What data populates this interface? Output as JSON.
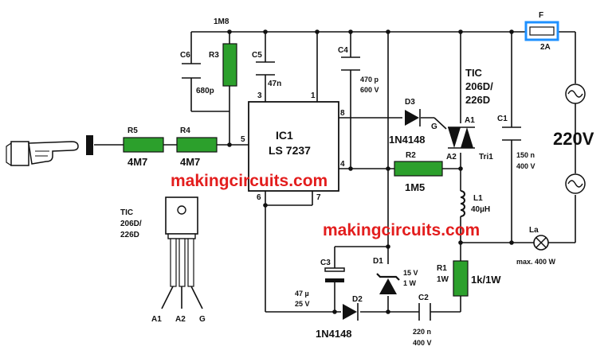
{
  "labels": {
    "top_resistor": "1M8",
    "c6": "C6",
    "r3": "R3",
    "c6_val": "680p",
    "c5": "C5",
    "c5_val": "47n",
    "c4": "C4",
    "c4_val1": "470 p",
    "c4_val2": "600 V",
    "fuse": "F",
    "fuse_val": "2A",
    "tic_top1": "TIC",
    "tic_top2": "206D/",
    "tic_top3": "226D",
    "d3": "D3",
    "d3_val": "1N4148",
    "g": "G",
    "a1": "A1",
    "a2": "A2",
    "tri1": "Tri1",
    "c1": "C1",
    "c1_val1": "150 n",
    "c1_val2": "400 V",
    "voltage": "220V",
    "r5": "R5",
    "r5_val": "4M7",
    "r4": "R4",
    "r4_val": "4M7",
    "ic_name": "IC1",
    "ic_part": "LS 7237",
    "pin3": "3",
    "pin1": "1",
    "pin8": "8",
    "pin5": "5",
    "pin4": "4",
    "pin6": "6",
    "pin7": "7",
    "r2": "R2",
    "r2_val": "1M5",
    "l1": "L1",
    "l1_val": "40µH",
    "la": "La",
    "lamp_max": "max. 400 W",
    "r1": "R1",
    "r1_w": "1W",
    "r1_val": "1k/1W",
    "c3": "C3",
    "c3_val1": "47 µ",
    "c3_val2": "25 V",
    "d1": "D1",
    "d1_val1": "15 V",
    "d1_val2": "1 W",
    "d2": "D2",
    "d2_val": "1N4148",
    "c2": "C2",
    "c2_val1": "220 n",
    "c2_val2": "400 V",
    "pkg1": "TIC",
    "pkg2": "206D/",
    "pkg3": "226D",
    "pin_a1": "A1",
    "pin_a2": "A2",
    "pin_g": "G",
    "watermark1": "makingcircuits.com",
    "watermark2": "makingcircuits.com"
  },
  "colors": {
    "resistor_fill": "#2ca02c",
    "watermark": "#e31d1d",
    "fuse_highlight": "#1e90ff"
  }
}
